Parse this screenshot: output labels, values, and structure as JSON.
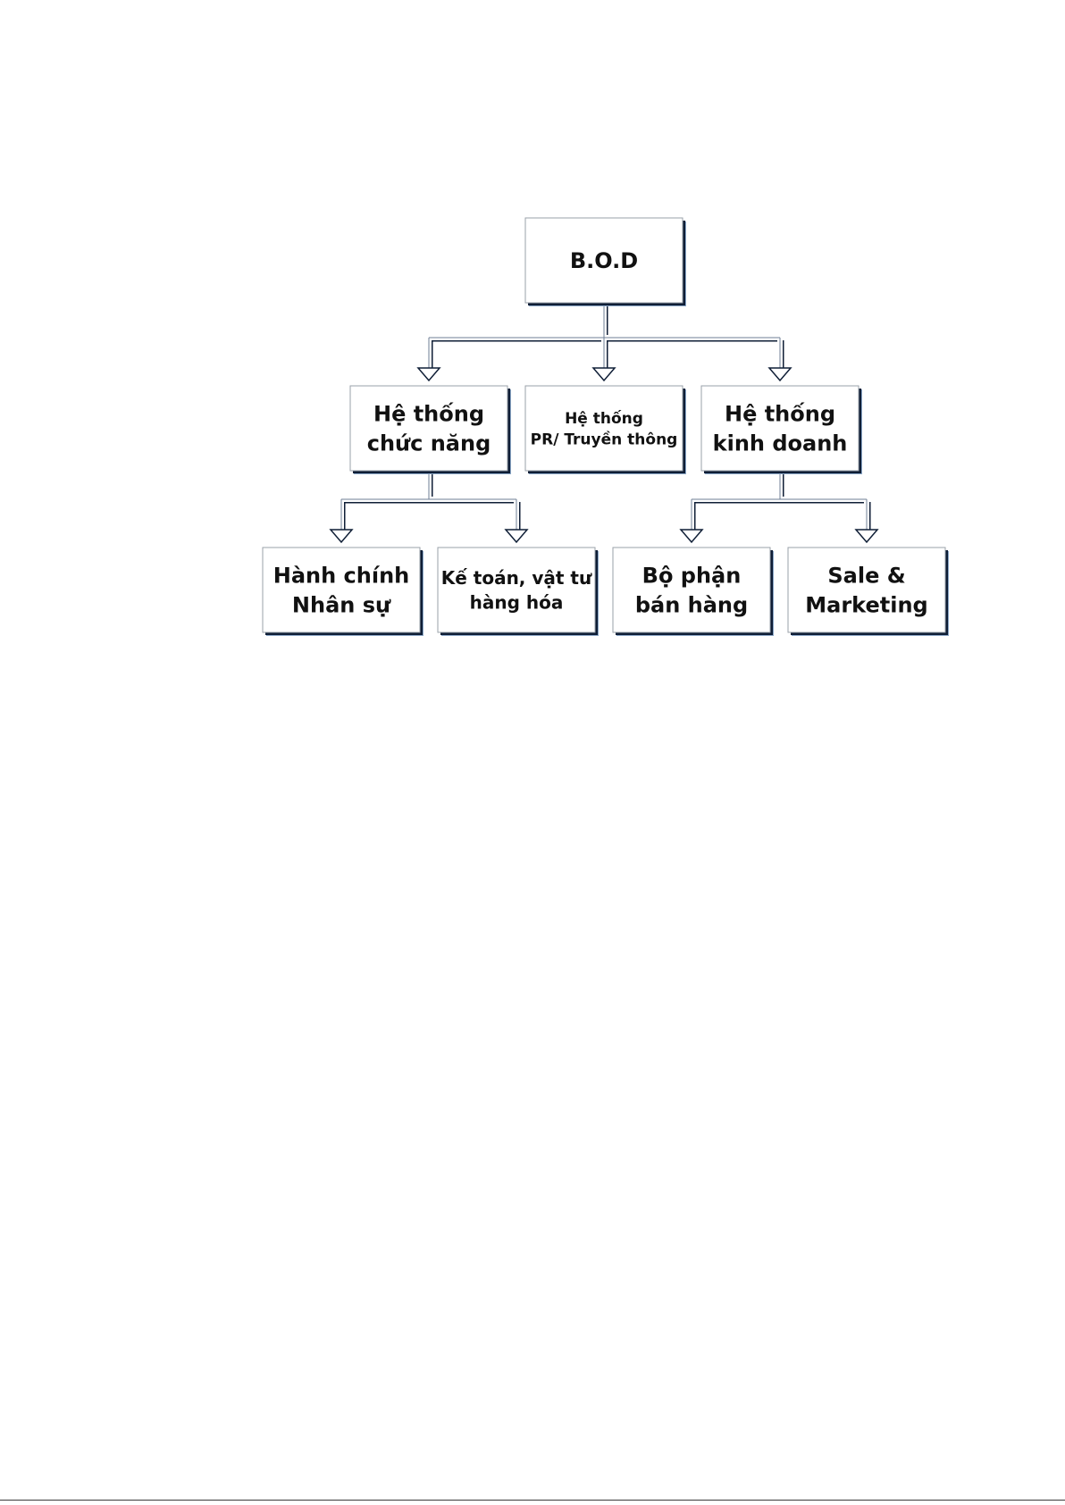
{
  "diagram": {
    "root": {
      "label": "B.O.D"
    },
    "level2": [
      {
        "lines": [
          "Hệ thống",
          "chức năng"
        ]
      },
      {
        "lines": [
          "Hệ thống",
          "PR/ Truyền thông"
        ]
      },
      {
        "lines": [
          "Hệ thống",
          "kinh doanh"
        ]
      }
    ],
    "level3": [
      {
        "lines": [
          "Hành chính",
          "Nhân sự"
        ]
      },
      {
        "lines": [
          "Kế toán, vật tư",
          "hàng hóa"
        ]
      },
      {
        "lines": [
          "Bộ phận",
          "bán hàng"
        ]
      },
      {
        "lines": [
          "Sale &",
          "Marketing"
        ]
      }
    ]
  }
}
